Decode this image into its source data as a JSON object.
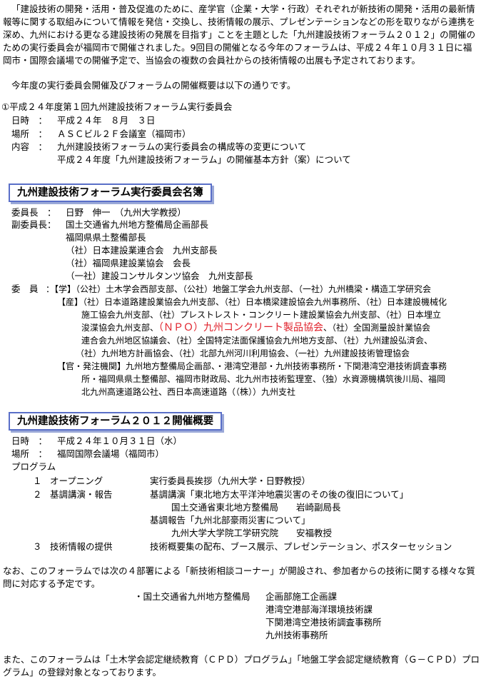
{
  "intro": {
    "p1": "「建設技術の開発・活用・普及促進のために、産学官（企業・大学・行政）それぞれが新技術の開発・活用の最新情報等に関する取組みについて情報を発信・交換し、技術情報の展示、プレゼンテーションなどの形を取りながら連携を深め、九州における更なる建設技術の発展を目指す」ことを主題とした「九州建設技術フォーラム２０１２」の開催のための実行委員会が福岡市で開催されました。9回目の開催となる今年のフォーラムは、平成２４年１０月３１日に福岡市・国際会議場での開催予定で、当協会の複数の会員社からの技術情報の出展も予定されております。",
    "p2": "今年度の実行委員会開催及びフォーラムの開催概要は以下の通りです。"
  },
  "meeting": {
    "title": "①平成２４年度第１回九州建設技術フォーラム実行委員会",
    "date_label": "日時　：",
    "date_value": "平成２４年　８月　３日",
    "place_label": "場所　：",
    "place_value": "ＡＳＣビル２Ｆ会議室（福岡市）",
    "content_label": "内容　：",
    "content_1": "九州建設技術フォーラムの実行委員会の構成等の変更について",
    "content_2": "平成２４年度「九州建設技術フォーラム」の開催基本方針（案）について"
  },
  "roster": {
    "heading": "九州建設技術フォーラム実行委員会名簿",
    "chair_label": "委員長　：",
    "chair_value": "日野　伸一　（九州大学教授）",
    "vice_label": "副委員長：",
    "vice_1": "国土交通省九州地方整備局企画部長",
    "vice_2": "福岡県県土整備部長",
    "vice_3": "（社）日本建設業連合会　九州支部長",
    "vice_4": "（社）福岡県建設業協会　会長",
    "vice_5": "（一社）建設コンサルタンツ協会　九州支部長",
    "member_label": "委　員",
    "academia": "：【学】（公社）土木学会西部支部、（公社）地盤工学会九州支部、（一社）九州橋梁・構造工学研究会",
    "ind_1": "【産】（社）日本道路建設業協会九州支部、（社）日本橋梁建設協会九州事務所、（社）日本建設機械化",
    "ind_2": "施工協会九州支部、（社）プレストレスト・コンクリート建設業協会九州支部、（社）日本埋立",
    "ind_3a": "浚渫協会九州支部、",
    "ind_3b": "（ＮＰＯ）九州コンクリート製品協会",
    "ind_3c": "、（社）全国測量設計業協会",
    "ind_4": "連合会九州地区協議会、（社）全国特定法面保護協会九州地方支部、（社）九州建設弘済会、",
    "ind_5": "（社）九州地方計画協会、（社）北部九州河川利用協会、（一社）九州建設技術管理協会",
    "gov_1": "【官・発注機関】九州地方整備局企画部、・港湾空港部・九州技術事務所・下関港湾空港技術調査事務",
    "gov_2": "所・福岡県県土整備部、福岡市財政局、北九州市技術監理室、（独）水資源機構筑後川局、福岡",
    "gov_3": "北九州高速道路公社、西日本高速道路（（株））九州支社"
  },
  "forum": {
    "heading": "九州建設技術フォーラム２０１２開催概要",
    "date_label": "日時　：",
    "date_value": "平成２４年１０月３１日（水）",
    "place_label": "場所　：",
    "place_value": "福岡国際会議場（福岡市）",
    "program_label": "プログラム",
    "items": [
      {
        "num": "１",
        "name": "オープニング",
        "detail": "実行委員長挨拶（九州大学・日野教授）"
      },
      {
        "num": "２",
        "name": "基調講演・報告",
        "detail": "基調講演「東北地方太平洋沖地震災害のその後の復旧について」"
      },
      {
        "num": "３",
        "name": "技術情報の提供",
        "detail": "技術概要集の配布、ブース展示、プレゼンテーション、ポスターセッション"
      }
    ],
    "keynote_speaker": "国土交通省東北地方整備局　　岩崎副局長",
    "report_title": "基調報告「九州北部豪雨災害について」",
    "report_speaker": "九州大学大学院工学研究院　　安福教授"
  },
  "consult": {
    "text": "なお、このフォーラムでは次の４部署による「新技術相談コーナー」が開設され、参加者からの技術に関する様々な質問に対応する予定です。",
    "org": "・国土交通省九州地方整備局",
    "dept_1": "企画部施工企画課",
    "dept_2": "港湾空港部海洋環境技術課",
    "dept_3": "下関港湾空港技術調査事務所",
    "dept_4": "九州技術事務所"
  },
  "cpd": {
    "text": "また、このフォーラムは「土木学会認定継続教育（ＣＰＤ）プログラム」「地盤工学会認定継続教育（Ｇ－ＣＰＤ）プログラム」の登録対象となっております。"
  },
  "colors": {
    "heading_border": "#5a6fc8",
    "highlight": "#e0202a"
  }
}
